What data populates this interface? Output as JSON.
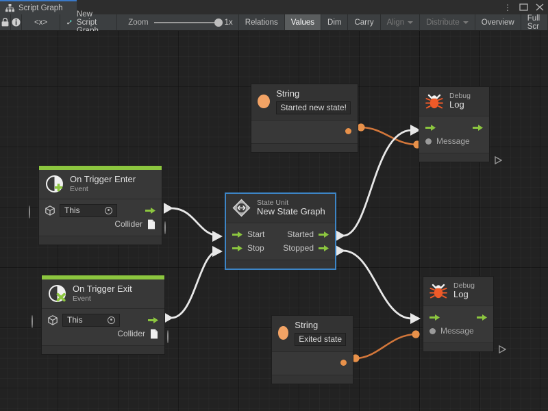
{
  "window": {
    "tab_label": "Script Graph",
    "tab_icon": "graph-hierarchy-icon",
    "controls": {
      "menu": "⋮",
      "maximize": "❐",
      "close": "✕"
    }
  },
  "toolbar": {
    "lock_icon": "lock-icon",
    "info_icon": "info-icon",
    "code_icon": "<x>",
    "graph_icon": "script-graph-icon",
    "graph_name": "New Script Graph",
    "zoom_label": "Zoom",
    "zoom_value": "1x",
    "buttons": [
      {
        "label": "Relations",
        "state": "normal"
      },
      {
        "label": "Values",
        "state": "active"
      },
      {
        "label": "Dim",
        "state": "normal"
      },
      {
        "label": "Carry",
        "state": "normal"
      },
      {
        "label": "Align",
        "state": "disabled",
        "dropdown": true
      },
      {
        "label": "Distribute",
        "state": "disabled",
        "dropdown": true
      },
      {
        "label": "Overview",
        "state": "normal"
      },
      {
        "label": "Full Scr",
        "state": "normal"
      }
    ]
  },
  "graph": {
    "nodes": {
      "string_top": {
        "icon": "string-value-icon",
        "title": "String",
        "value": "Started new state!"
      },
      "debug_log_top": {
        "icon": "bug-icon",
        "title_small": "Debug",
        "title_large": "Log",
        "input_flow": "flow-in-arrow",
        "output_flow": "flow-out-arrow",
        "message_port": "Message"
      },
      "on_trigger_enter": {
        "icon": "event-enter-icon",
        "title": "On Trigger Enter",
        "subtitle": "Event",
        "target_icon": "gameobject-icon",
        "target_value": "This",
        "output_port": "Collider",
        "output_icon": "collider-doc-icon"
      },
      "on_trigger_exit": {
        "icon": "event-exit-icon",
        "title": "On Trigger Exit",
        "subtitle": "Event",
        "target_icon": "gameobject-icon",
        "target_value": "This",
        "output_port": "Collider",
        "output_icon": "collider-doc-icon"
      },
      "state_unit": {
        "icon": "state-unit-icon",
        "title_small": "State Unit",
        "title_large": "New  State  Graph",
        "selected": true,
        "inputs": [
          "Start",
          "Stop"
        ],
        "outputs": [
          "Started",
          "Stopped"
        ]
      },
      "string_bottom": {
        "icon": "string-value-icon",
        "title": "String",
        "value": "Exited state"
      },
      "debug_log_bottom": {
        "icon": "bug-icon",
        "title_small": "Debug",
        "title_large": "Log",
        "input_flow": "flow-in-arrow",
        "output_flow": "flow-out-arrow",
        "message_port": "Message"
      }
    },
    "colors": {
      "flow_edge": "#e8e8e8",
      "data_edge": "#d2763a",
      "event_accent": "#8cc63f",
      "selection": "#3d85c6",
      "canvas_bg": "#222222"
    },
    "connections": [
      {
        "from": "on_trigger_enter.flow_out",
        "to": "state_unit.Start",
        "type": "flow"
      },
      {
        "from": "on_trigger_exit.flow_out",
        "to": "state_unit.Stop",
        "type": "flow"
      },
      {
        "from": "state_unit.Started",
        "to": "debug_log_top.flow_in",
        "type": "flow"
      },
      {
        "from": "state_unit.Stopped",
        "to": "debug_log_bottom.flow_in",
        "type": "flow"
      },
      {
        "from": "string_top.value_out",
        "to": "debug_log_top.Message",
        "type": "data"
      },
      {
        "from": "string_bottom.value_out",
        "to": "debug_log_bottom.Message",
        "type": "data"
      }
    ]
  }
}
